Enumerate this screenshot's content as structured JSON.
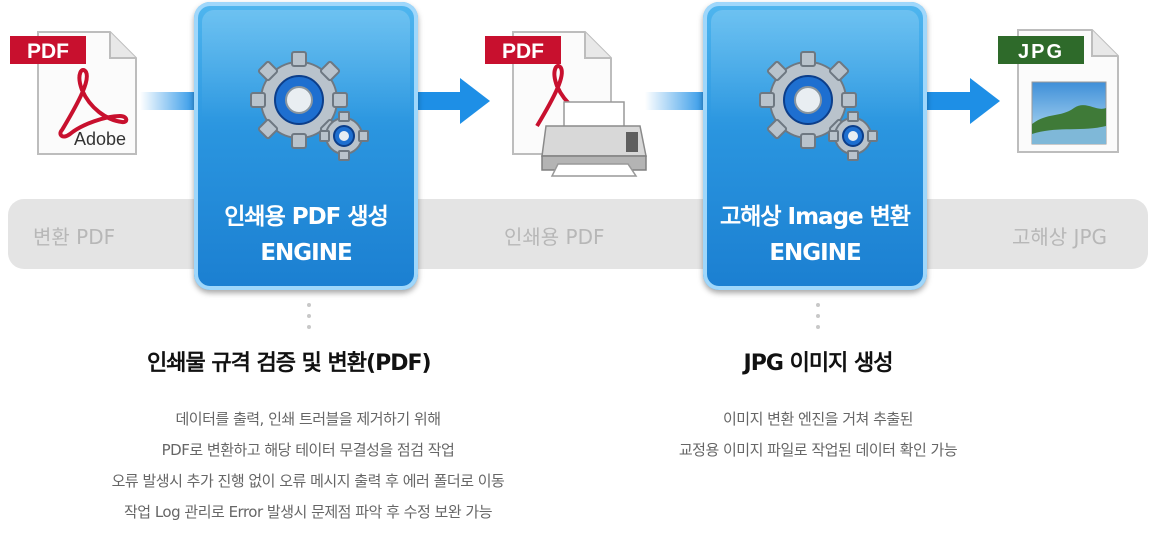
{
  "stages": {
    "source_label": "변환 PDF",
    "print_label": "인쇄용 PDF",
    "jpg_label": "고해상 JPG"
  },
  "engines": {
    "pdf": {
      "line1": "인쇄용 PDF 생성",
      "line2": "ENGINE"
    },
    "image": {
      "line1": "고해상 Image 변환",
      "line2": "ENGINE"
    }
  },
  "files": {
    "pdf_tag": "PDF",
    "adobe_text": "Adobe",
    "pdf2_tag": "PDF",
    "jpg_tag": "JPG"
  },
  "sections": {
    "left": {
      "heading": "인쇄물 규격 검증 및 변환(PDF)",
      "lines": [
        "데이터를 출력, 인쇄 트러블을 제거하기 위해",
        "PDF로 변환하고 해당 테이터 무결성을 점검 작업",
        "오류 발생시 추가 진행 없이 오류 메시지 출력 후 에러 폴더로 이동",
        "작업 Log 관리로 Error 발생시 문제점 파악 후 수정 보완 가능"
      ]
    },
    "right": {
      "heading": "JPG 이미지 생성",
      "lines": [
        "이미지 변환 엔진을 거쳐 추출된",
        "교정용 이미지 파일로 작업된 데이터 확인 가능"
      ]
    }
  },
  "colors": {
    "engine_blue": "#2a95df",
    "arrow_blue": "#1e8fe6",
    "pdf_red": "#c8102e",
    "jpg_green": "#2e6a2a",
    "bar_gray": "#e4e4e4"
  },
  "icons": [
    "pdf-file-icon",
    "gear-icon",
    "printer-icon",
    "jpg-file-icon",
    "arrow-right-icon"
  ]
}
